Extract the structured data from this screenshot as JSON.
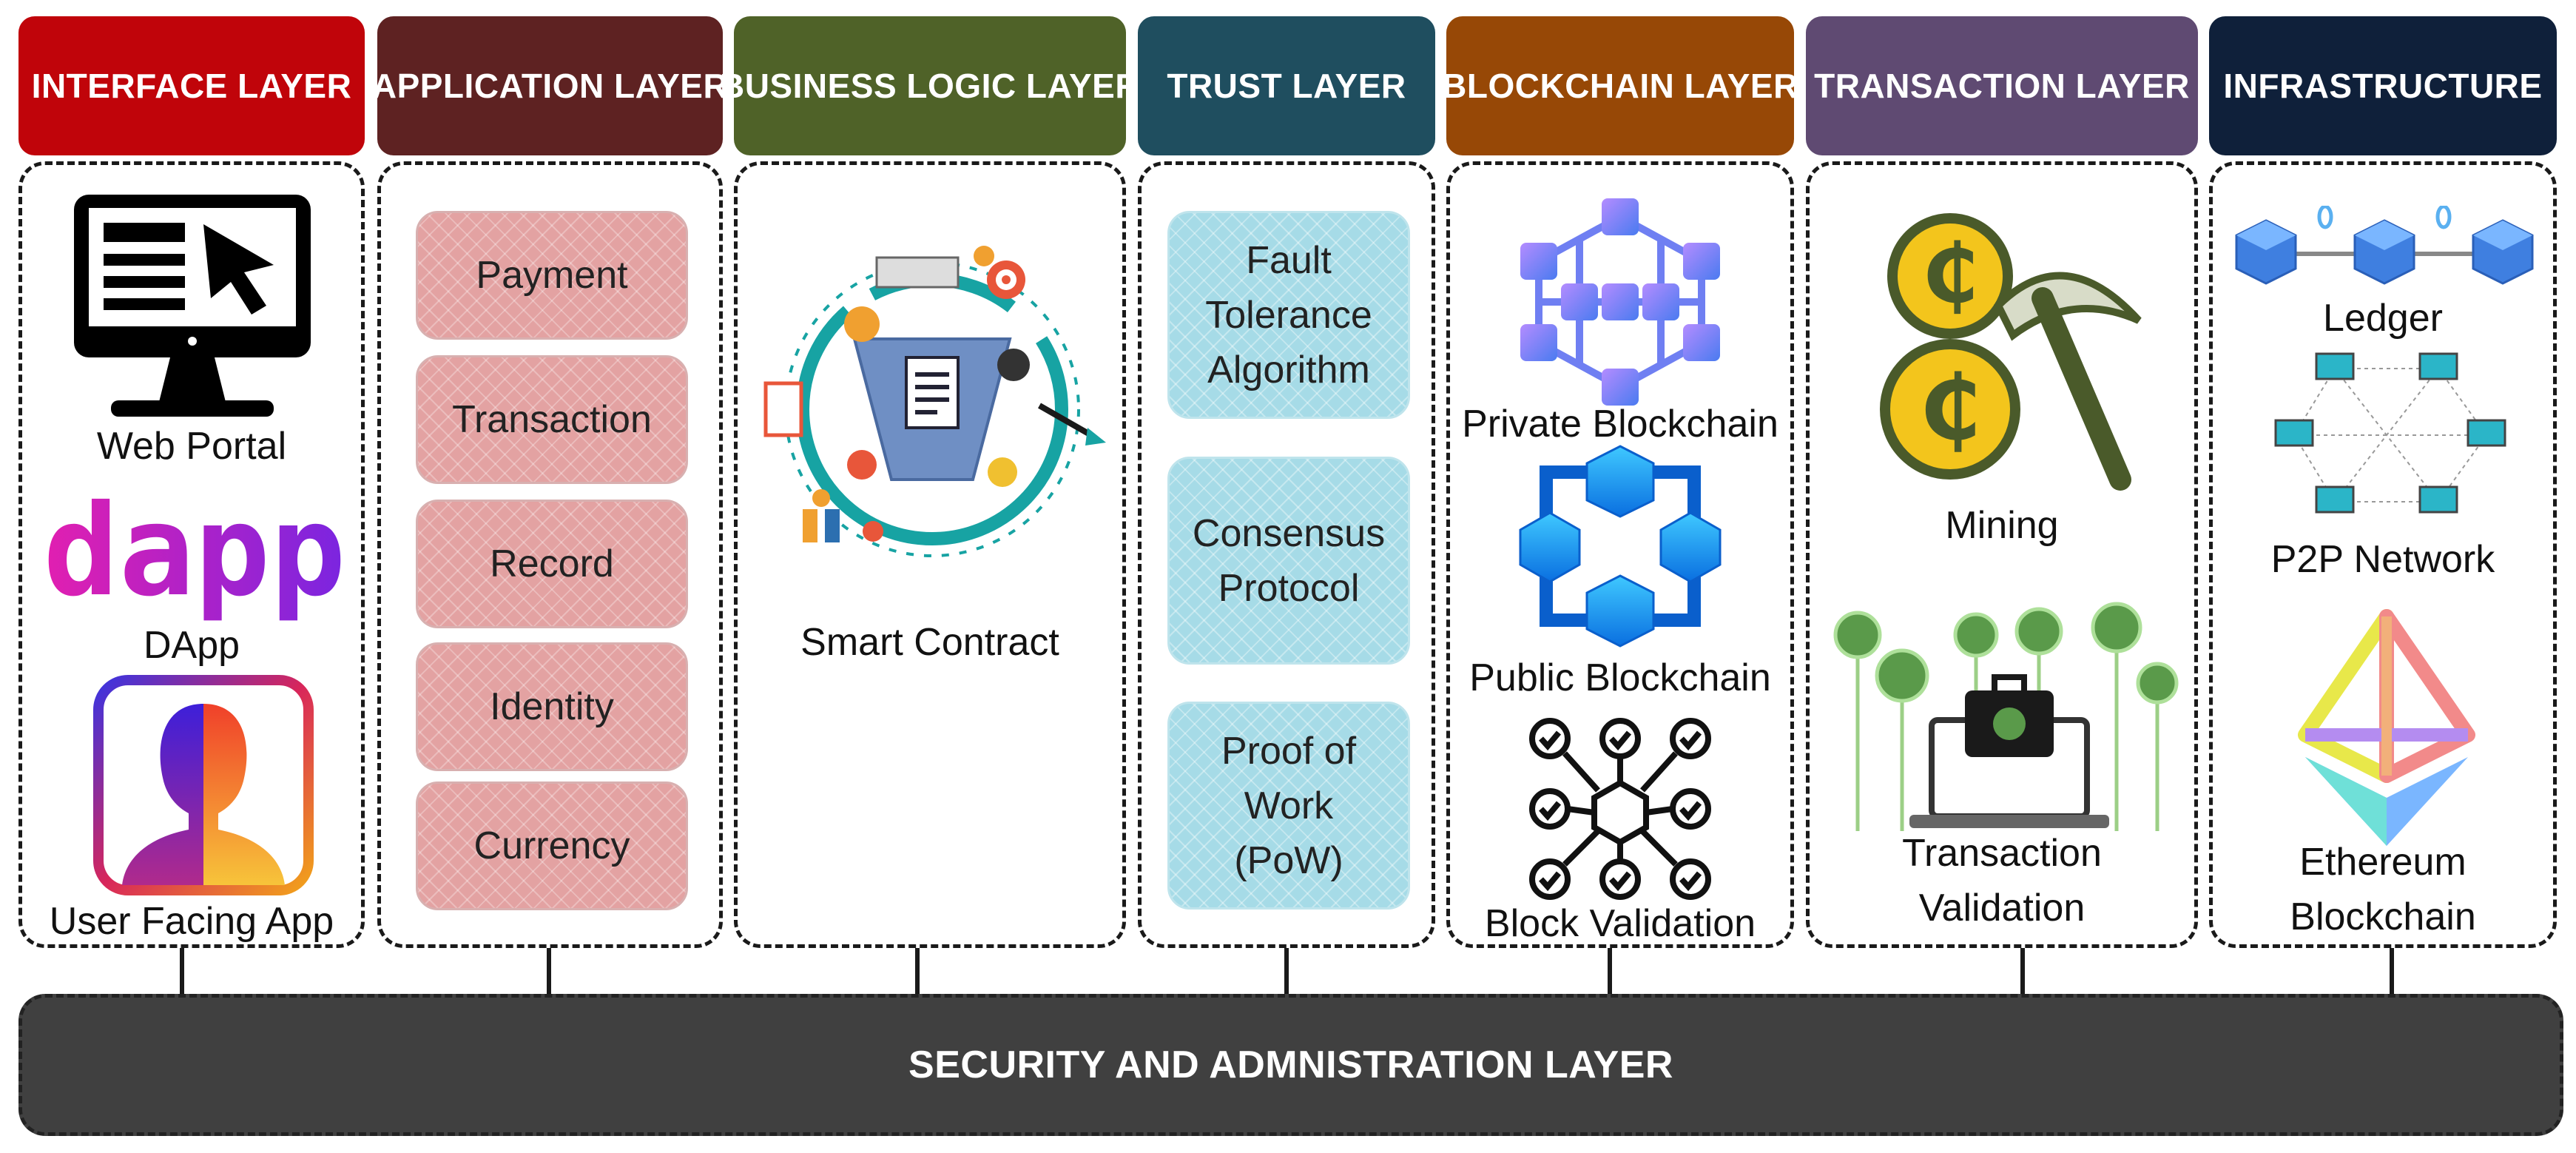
{
  "layers": [
    {
      "title": "INTERFACE LAYER",
      "color": "#c0040a",
      "items": [
        "Web Portal",
        "DApp",
        "User Facing App"
      ]
    },
    {
      "title": "APPLICATION LAYER",
      "color": "#5e2222",
      "items": [
        "Payment",
        "Transaction",
        "Record",
        "Identity",
        "Currency"
      ]
    },
    {
      "title": "BUSINESS LOGIC LAYER",
      "color": "#4f6228",
      "items": [
        "Smart Contract"
      ]
    },
    {
      "title": "TRUST LAYER",
      "color": "#1f4e5f",
      "items": [
        "Fault\nTolerance\nAlgorithm",
        "Consensus\nProtocol",
        "Proof of\nWork\n(PoW)"
      ]
    },
    {
      "title": "BLOCKCHAIN LAYER",
      "color": "#974806",
      "items": [
        "Private Blockchain",
        "Public Blockchain",
        "Block Validation"
      ]
    },
    {
      "title": "TRANSACTION LAYER",
      "color": "#5f4a72",
      "items": [
        "Mining",
        "Transaction\nValidation"
      ]
    },
    {
      "title": "INFRASTRUCTURE",
      "color": "#0f203a",
      "items": [
        "Ledger",
        "P2P Network",
        "Ethereum\nBlockchain"
      ]
    }
  ],
  "dapp_logo": "dapp",
  "footer": {
    "title": "SECURITY AND ADMNISTRATION LAYER",
    "color": "#404040"
  },
  "icons": [
    "monitor-cursor-icon",
    "dapp-logo-icon",
    "user-face-app-icon",
    "smart-contract-team-icon",
    "private-blockchain-hexagon-icon",
    "public-blockchain-cubes-icon",
    "block-validation-network-icon",
    "bitcoin-mining-pickaxe-icon",
    "transaction-validation-laptop-icon",
    "ledger-chain-icon",
    "p2p-network-icon",
    "ethereum-logo-icon"
  ]
}
